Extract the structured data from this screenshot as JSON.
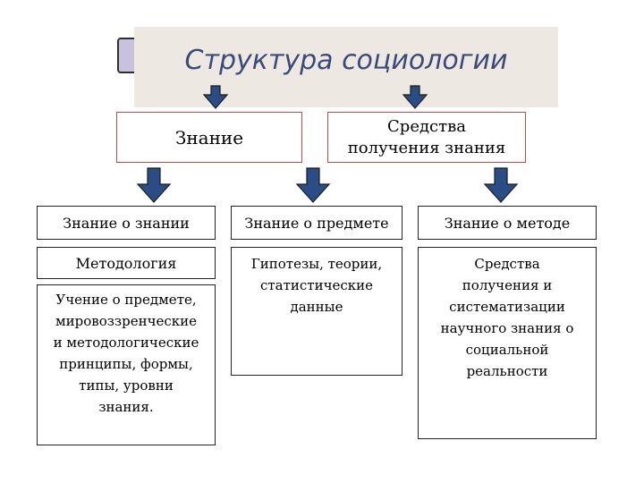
{
  "title": "Структура социологии",
  "level1": {
    "left": "Знание",
    "right_line1": "Средства",
    "right_line2": "получения знания"
  },
  "level2": [
    "Знание о знании",
    "Знание о предмете",
    "Знание о методе"
  ],
  "col1": {
    "header": "Методология",
    "detail_lines": [
      "Учение о предмете,",
      "мировоззренческие",
      "и методологические",
      "принципы, формы,",
      "типы, уровни",
      "знания."
    ]
  },
  "col2": {
    "lines": [
      "Гипотезы, теории,",
      "статистические",
      "данные"
    ]
  },
  "col3": {
    "lines": [
      "Средства",
      "получения и",
      "систематизации",
      "научного знания о",
      "социальной",
      "реальности"
    ]
  },
  "colors": {
    "arrow_fill": "#2a4d86",
    "arrow_stroke": "#1a1a1a",
    "title_text": "#3b4a78",
    "title_panel": "#ede9e2",
    "title_back": "#c9c2dc",
    "level1_border": "#c24a4a"
  }
}
